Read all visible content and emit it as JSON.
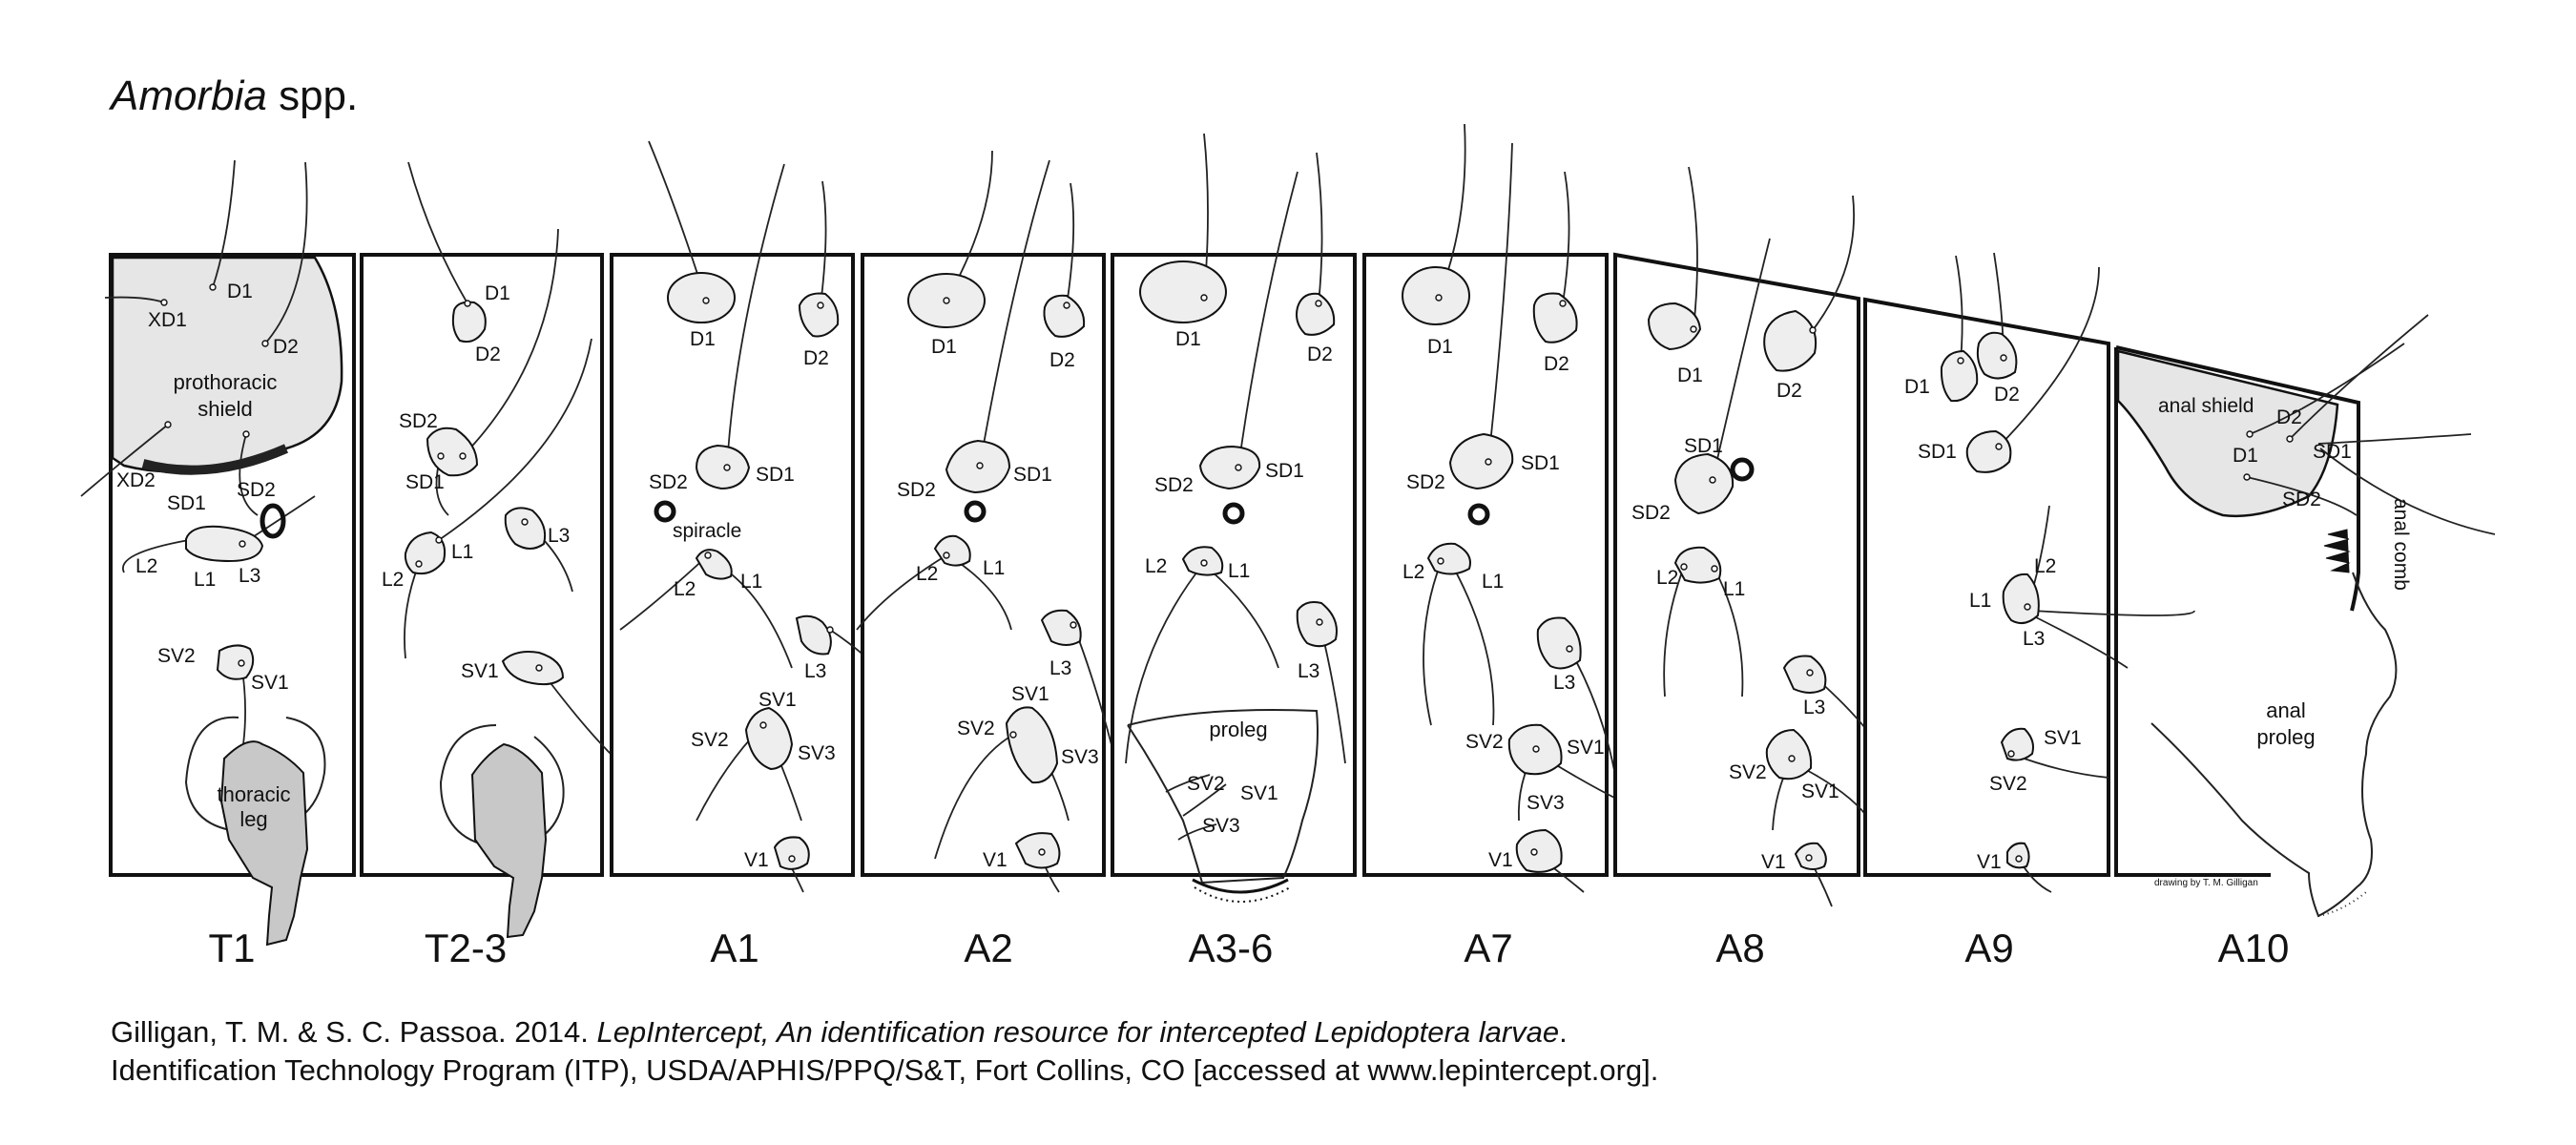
{
  "title": {
    "genus": "Amorbia",
    "suffix": "spp."
  },
  "segments": [
    "T1",
    "T2-3",
    "A1",
    "A2",
    "A3-6",
    "A7",
    "A8",
    "A9",
    "A10"
  ],
  "labels": {
    "T1": {
      "xd1": "XD1",
      "d1": "D1",
      "d2": "D2",
      "shield_1": "prothoracic",
      "shield_2": "shield",
      "xd2": "XD2",
      "sd1": "SD1",
      "sd2": "SD2",
      "l2": "L2",
      "l1": "L1",
      "l3": "L3",
      "sv2": "SV2",
      "sv1": "SV1",
      "leg_1": "thoracic",
      "leg_2": "leg"
    },
    "T23": {
      "d1": "D1",
      "d2": "D2",
      "sd2": "SD2",
      "sd1": "SD1",
      "l1": "L1",
      "l2": "L2",
      "l3": "L3",
      "sv1": "SV1"
    },
    "A1": {
      "d1": "D1",
      "d2": "D2",
      "sd2": "SD2",
      "sd1": "SD1",
      "spiracle": "spiracle",
      "l2": "L2",
      "l1": "L1",
      "l3": "L3",
      "sv1": "SV1",
      "sv2": "SV2",
      "sv3": "SV3",
      "v1": "V1"
    },
    "A2": {
      "d1": "D1",
      "d2": "D2",
      "sd2": "SD2",
      "sd1": "SD1",
      "l2": "L2",
      "l1": "L1",
      "l3": "L3",
      "sv1": "SV1",
      "sv2": "SV2",
      "sv3": "SV3",
      "v1": "V1"
    },
    "A36": {
      "d1": "D1",
      "d2": "D2",
      "sd2": "SD2",
      "sd1": "SD1",
      "l2": "L2",
      "l1": "L1",
      "l3": "L3",
      "proleg": "proleg",
      "sv2": "SV2",
      "sv1": "SV1",
      "sv3": "SV3"
    },
    "A7": {
      "d1": "D1",
      "d2": "D2",
      "sd2": "SD2",
      "sd1": "SD1",
      "l2": "L2",
      "l1": "L1",
      "l3": "L3",
      "sv2": "SV2",
      "sv1": "SV1",
      "sv3": "SV3",
      "v1": "V1"
    },
    "A8": {
      "d1": "D1",
      "d2": "D2",
      "sd1": "SD1",
      "sd2": "SD2",
      "l2": "L2",
      "l1": "L1",
      "l3": "L3",
      "sv2": "SV2",
      "sv1": "SV1",
      "v1": "V1"
    },
    "A9": {
      "d1": "D1",
      "d2": "D2",
      "sd1": "SD1",
      "l2": "L2",
      "l1": "L1",
      "l3": "L3",
      "sv1": "SV1",
      "sv2": "SV2",
      "v1": "V1"
    },
    "A10": {
      "shield": "anal shield",
      "d2": "D2",
      "d1": "D1",
      "sd1": "SD1",
      "sd2": "SD2",
      "comb": "anal comb",
      "proleg_1": "anal",
      "proleg_2": "proleg",
      "artist": "drawing by T. M. Gilligan"
    }
  },
  "citation": {
    "line1_pre": "Gilligan, T. M. & S. C. Passoa. 2014. ",
    "line1_em": "LepIntercept, An identification resource for intercepted Lepidoptera larvae",
    "line1_post": ".",
    "line2": "Identification Technology Program (ITP), USDA/APHIS/PPQ/S&T, Fort Collins, CO [accessed at www.lepintercept.org]."
  }
}
